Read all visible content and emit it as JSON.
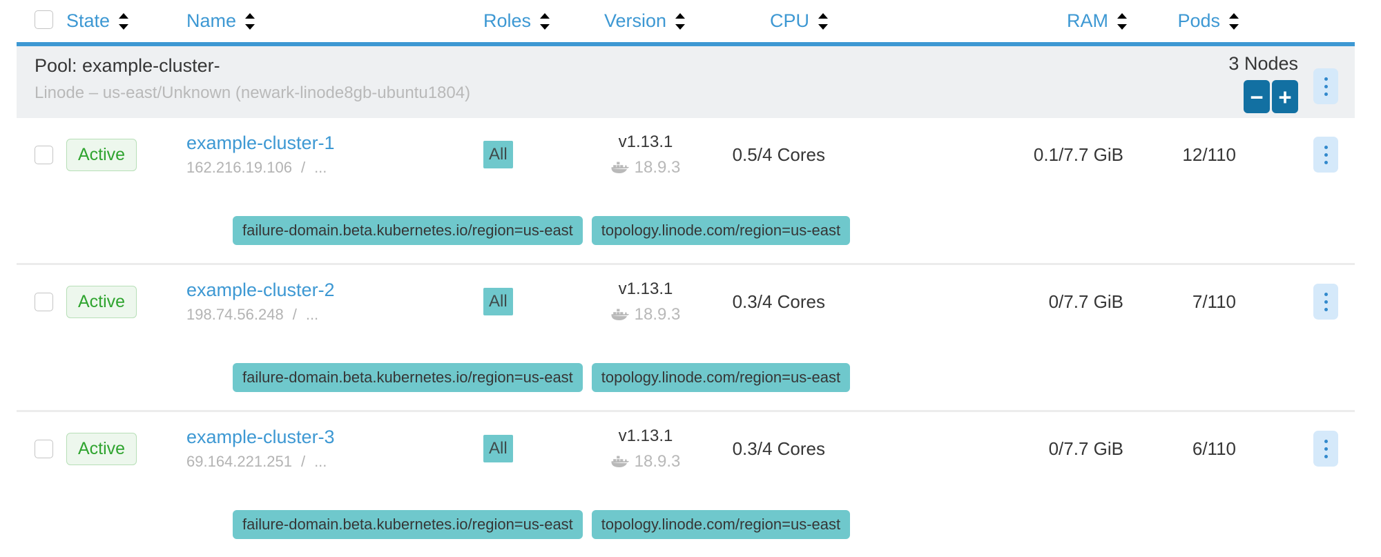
{
  "table": {
    "columns": [
      {
        "id": "state",
        "label": "State",
        "sort": "none"
      },
      {
        "id": "name",
        "label": "Name",
        "sort": "desc"
      },
      {
        "id": "roles",
        "label": "Roles",
        "sort": "none"
      },
      {
        "id": "version",
        "label": "Version",
        "sort": "none"
      },
      {
        "id": "cpu",
        "label": "CPU",
        "sort": "none"
      },
      {
        "id": "ram",
        "label": "RAM",
        "sort": "none"
      },
      {
        "id": "pods",
        "label": "Pods",
        "sort": "none"
      }
    ],
    "pool": {
      "title": "Pool: example-cluster-",
      "subtitle": "Linode – us-east/Unknown (newark-linode8gb-ubuntu1804)",
      "node_count": "3 Nodes",
      "scale_down_label": "−",
      "scale_up_label": "+"
    },
    "rows": [
      {
        "state": "Active",
        "name": "example-cluster-1",
        "ip": "162.216.19.106",
        "ip_separator": "/",
        "ip_more": "...",
        "roles": "All",
        "version": "v1.13.1",
        "docker_version": "18.9.3",
        "cpu": "0.5/4 Cores",
        "ram": "0.1/7.7 GiB",
        "pods": "12/110",
        "labels": [
          "failure-domain.beta.kubernetes.io/region=us-east",
          "topology.linode.com/region=us-east"
        ]
      },
      {
        "state": "Active",
        "name": "example-cluster-2",
        "ip": "198.74.56.248",
        "ip_separator": "/",
        "ip_more": "...",
        "roles": "All",
        "version": "v1.13.1",
        "docker_version": "18.9.3",
        "cpu": "0.3/4 Cores",
        "ram": "0/7.7 GiB",
        "pods": "7/110",
        "labels": [
          "failure-domain.beta.kubernetes.io/region=us-east",
          "topology.linode.com/region=us-east"
        ]
      },
      {
        "state": "Active",
        "name": "example-cluster-3",
        "ip": "69.164.221.251",
        "ip_separator": "/",
        "ip_more": "...",
        "roles": "All",
        "version": "v1.13.1",
        "docker_version": "18.9.3",
        "cpu": "0.3/4 Cores",
        "ram": "0/7.7 GiB",
        "pods": "6/110",
        "labels": [
          "failure-domain.beta.kubernetes.io/region=us-east",
          "topology.linode.com/region=us-east"
        ]
      }
    ]
  },
  "icons": {
    "sort": "sort-chevrons",
    "docker": "docker-whale",
    "kebab": "vertical-dots-menu",
    "minus": "−",
    "plus": "+"
  },
  "colors": {
    "accent_blue": "#3d98d3",
    "sort_inactive": "#bedcf2",
    "header_border": "#3d98d3",
    "pool_bg": "#eef0f2",
    "active_text": "#2fa42f",
    "active_bg": "#edf7ed",
    "active_border": "#b7dfb7",
    "teal_badge": "#6fc8cc",
    "scale_button": "#1270a2",
    "kebab_bg": "#d5e9fa",
    "kebab_dots": "#3289cc",
    "muted_text": "#b3b3b3",
    "dark_text": "#363636",
    "row_separator": "#ececec"
  }
}
